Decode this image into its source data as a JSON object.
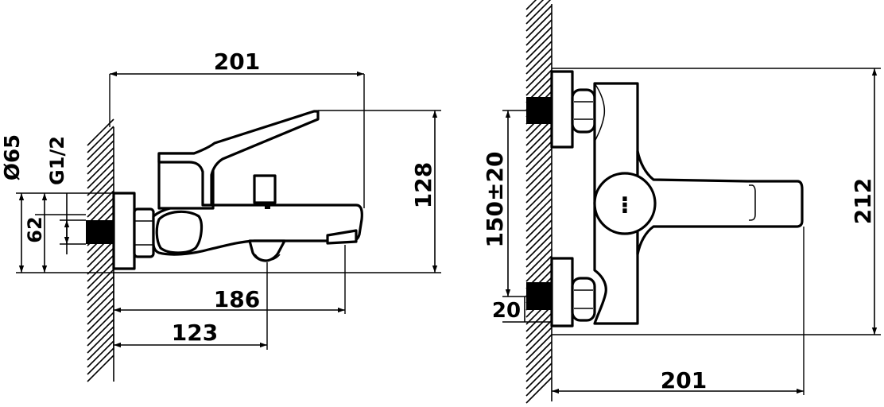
{
  "colors": {
    "ink": "#000000",
    "paper": "#ffffff"
  },
  "side_view": {
    "dim_total_width": "201",
    "dim_height": "128",
    "dim_spout_reach": "186",
    "dim_outlet_offset": "123",
    "dim_flange_diameter": "Ø65",
    "dim_thread": "G1/2",
    "dim_mount_height": "62"
  },
  "front_view": {
    "dim_inlet_spacing": "150±20",
    "dim_inlet_offset": "20",
    "dim_total_height": "212",
    "dim_total_width": "201"
  }
}
